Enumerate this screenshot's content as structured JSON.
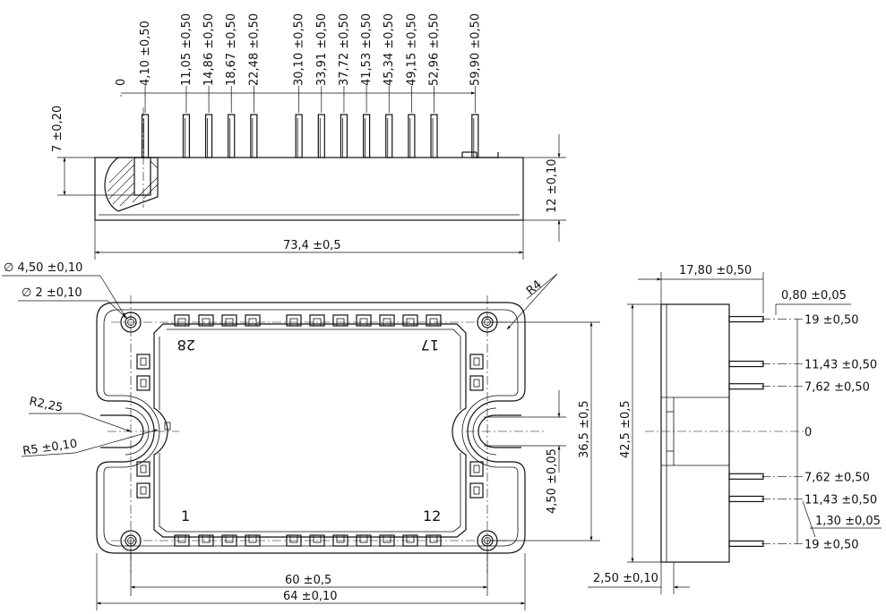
{
  "top_view": {
    "pin_positions": [
      {
        "label": "0",
        "pos": 0
      },
      {
        "label": "4,10 ±0,50",
        "pos": 4.1
      },
      {
        "label": "11,05 ±0,50",
        "pos": 11.05
      },
      {
        "label": "14,86 ±0,50",
        "pos": 14.86
      },
      {
        "label": "18,67 ±0,50",
        "pos": 18.67
      },
      {
        "label": "22,48 ±0,50",
        "pos": 22.48
      },
      {
        "label": "30,10 ±0,50",
        "pos": 30.1
      },
      {
        "label": "33,91 ±0,50",
        "pos": 33.91
      },
      {
        "label": "37,72 ±0,50",
        "pos": 37.72
      },
      {
        "label": "41,53 ±0,50",
        "pos": 41.53
      },
      {
        "label": "45,34 ±0,50",
        "pos": 45.34
      },
      {
        "label": "49,15 ±0,50",
        "pos": 49.15
      },
      {
        "label": "52,96 ±0,50",
        "pos": 52.96
      },
      {
        "label": "59,90 ±0,50",
        "pos": 59.9
      }
    ],
    "pin_height_label": "7 ±0,20",
    "body_height_label": "12 ±0,10",
    "overall_length_label": "73,4 ±0,5"
  },
  "plan_view": {
    "hole_outer_label": "∅ 4,50 ±0,10",
    "hole_inner_label": "∅ 2 ±0,10",
    "corner_radius_label": "R4",
    "notch_radius_label": "R2,25",
    "notch_outer_label": "R5 ±0,10",
    "hole_pitch_vertical_label": "36,5 ±0,5",
    "notch_width_label": "4,50 ±0,05",
    "hole_pitch_horizontal_label": "60 ±0,5",
    "overall_width_label": "64 ±0,10",
    "pin_numbers": {
      "top_left": "28",
      "top_right": "17",
      "bottom_left": "1",
      "bottom_right": "12"
    }
  },
  "side_view": {
    "depth_label": "17,80 ±0,50",
    "pin_width_label": "0,80 ±0,05",
    "height_label": "42,5 ±0,5",
    "base_label": "2,50 ±0,10",
    "pin_pitch_label": "1,30 ±0,05",
    "zero_label": "0",
    "pin_offsets": [
      {
        "label": "19 ±0,50",
        "value": 19
      },
      {
        "label": "11,43 ±0,50",
        "value": 11.43
      },
      {
        "label": "7,62 ±0,50",
        "value": 7.62
      },
      {
        "label": "7,62 ±0,50",
        "value": -7.62
      },
      {
        "label": "11,43 ±0,50",
        "value": -11.43
      },
      {
        "label": "19 ±0,50",
        "value": -19
      }
    ]
  }
}
